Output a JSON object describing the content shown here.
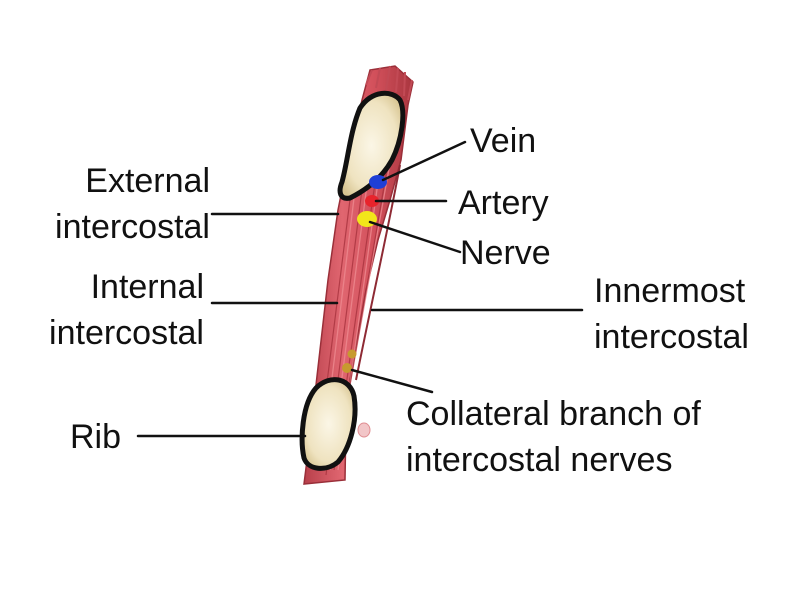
{
  "labels": {
    "vein": "Vein",
    "artery": "Artery",
    "nerve": "Nerve",
    "external": [
      "External",
      "intercostal"
    ],
    "internal": [
      "Internal",
      "intercostal"
    ],
    "innermost": [
      "Innermost",
      "intercostal"
    ],
    "rib": "Rib",
    "collateral": [
      "Collateral branch of",
      "intercostal nerves"
    ]
  },
  "colors": {
    "muscle": "#d9545f",
    "muscle_dark": "#b03a45",
    "muscle_light": "#ee8a90",
    "bone": "#f4ecd2",
    "vein": "#1f3fd6",
    "artery": "#e8242c",
    "nerve": "#f2e61a",
    "collateral_nerve": "#c79a2e",
    "text": "#111111"
  }
}
